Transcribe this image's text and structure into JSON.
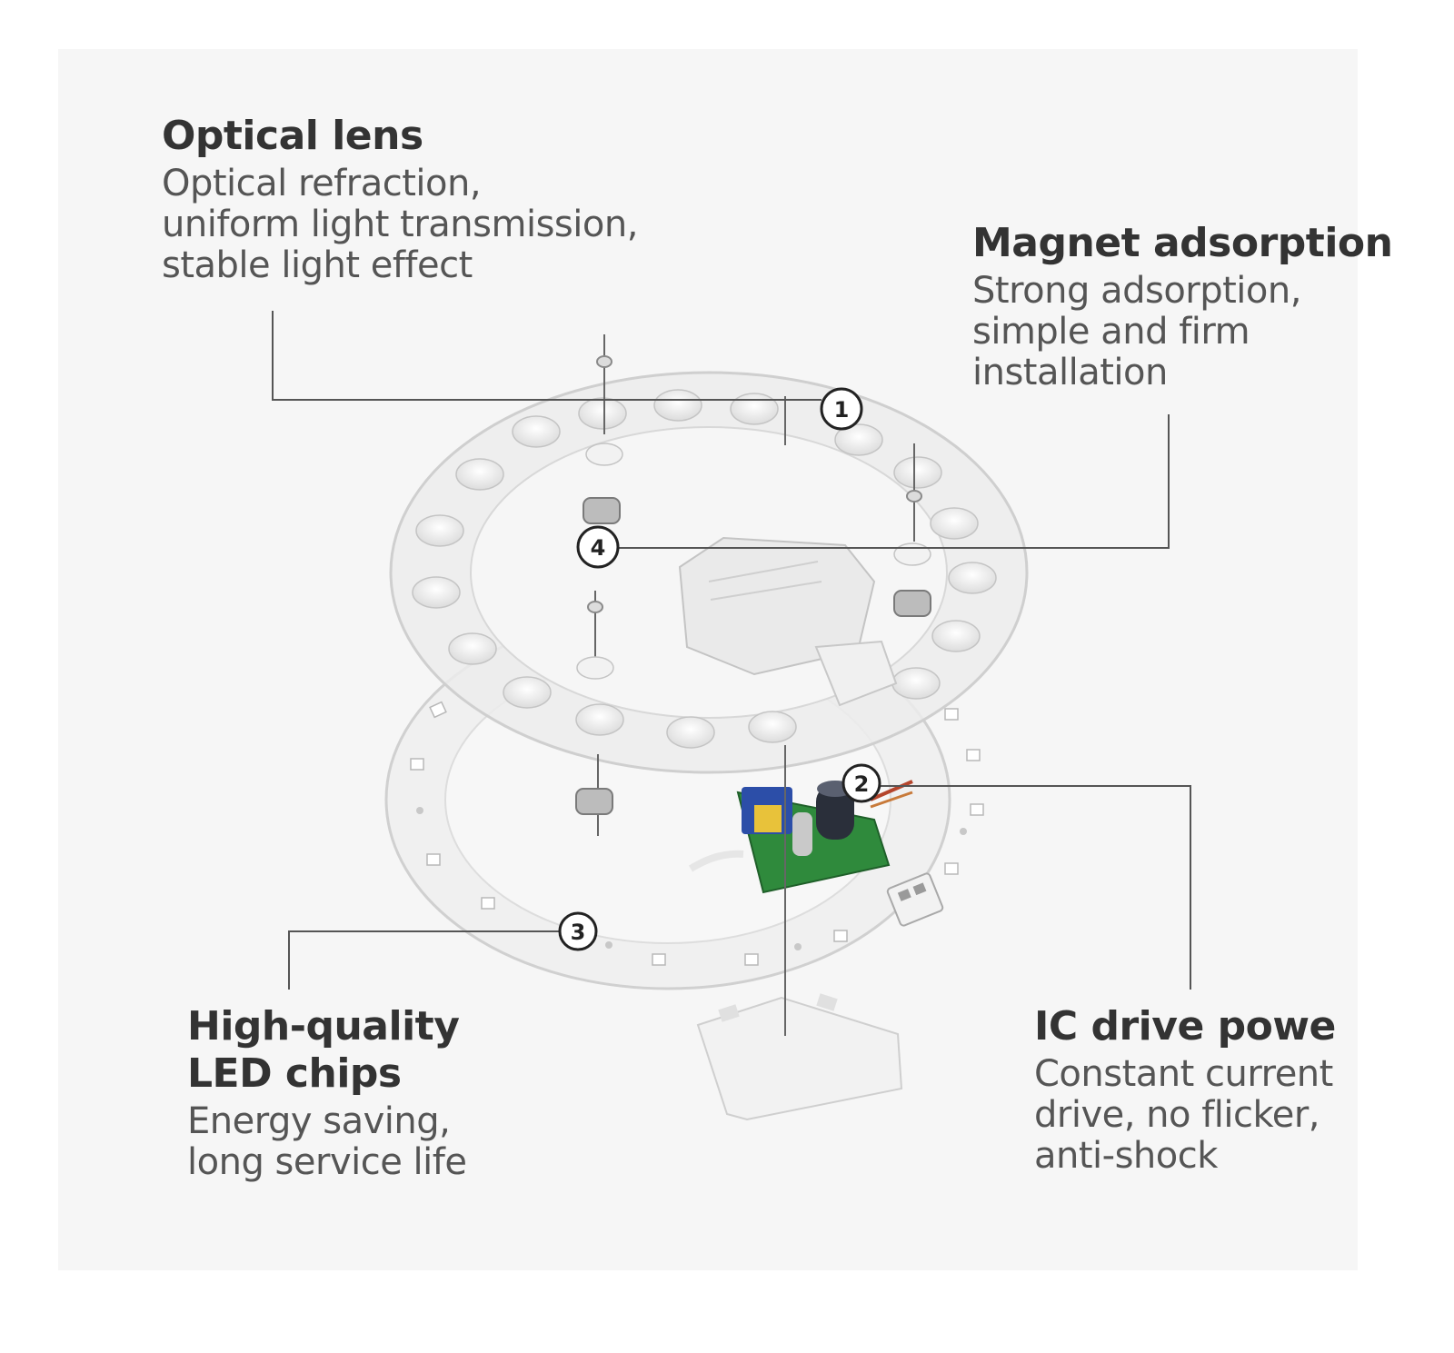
{
  "callouts": [
    {
      "number": "1",
      "title": "Optical lens",
      "description_lines": [
        "Optical refraction,",
        "uniform light transmission,",
        "stable light effect"
      ]
    },
    {
      "number": "4",
      "title": "Magnet adsorption",
      "description_lines": [
        "Strong adsorption,",
        "simple and firm",
        "installation"
      ]
    },
    {
      "number": "3",
      "title_lines": [
        "High-quality",
        "LED chips"
      ],
      "description_lines": [
        "Energy saving,",
        "long service life"
      ]
    },
    {
      "number": "2",
      "title": "IC drive powe",
      "description_lines": [
        "Constant current",
        "drive, no flicker,",
        "anti-shock"
      ]
    }
  ],
  "colors": {
    "panel_background": "#f6f6f6",
    "title_text": "#333333",
    "description_text": "#555555",
    "leader_line": "#555555",
    "pcb_green": "#2f8a3c",
    "transformer_blue": "#2c4ea8",
    "capacitor_dark": "#2a2f3a"
  }
}
